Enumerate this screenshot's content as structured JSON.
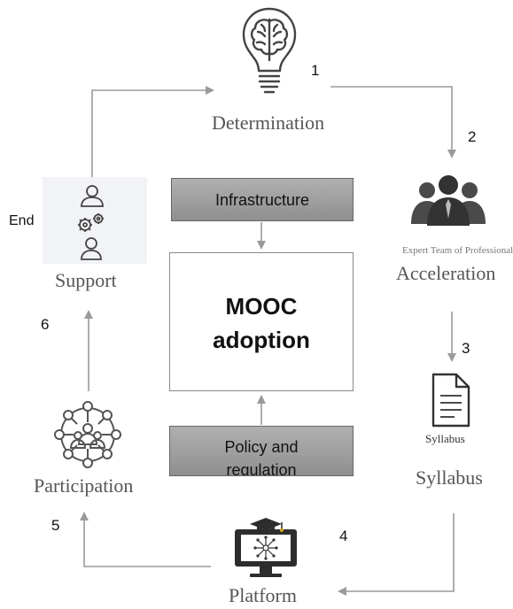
{
  "center": {
    "title_line1": "MOOC",
    "title_line2": "adoption"
  },
  "inputs": {
    "top": "Infrastructure",
    "bottom_line1": "Policy and",
    "bottom_line2": "regulation"
  },
  "stages": {
    "determination": {
      "label": "Determination",
      "number": "1",
      "icon": "lightbulb-brain-icon"
    },
    "acceleration": {
      "label": "Acceleration",
      "number": "2",
      "icon": "expert-team-icon",
      "icon_caption": "Expert Team of Professional"
    },
    "syllabus": {
      "label": "Syllabus",
      "number": "3",
      "icon": "document-icon",
      "icon_caption": "Syllabus"
    },
    "platform": {
      "label": "Platform",
      "number": "4",
      "icon": "computer-monitor-icon"
    },
    "participation": {
      "label": "Participation",
      "number": "5",
      "icon": "people-network-icon"
    },
    "support": {
      "label": "Support",
      "number": "6",
      "icon": "support-people-gears-icon"
    }
  },
  "end_label": "End",
  "colors": {
    "arrow": "#9a9a9a",
    "box_fill": "#a0a0a0",
    "icon_dark": "#444444",
    "support_bg": "#f1f3f6"
  }
}
